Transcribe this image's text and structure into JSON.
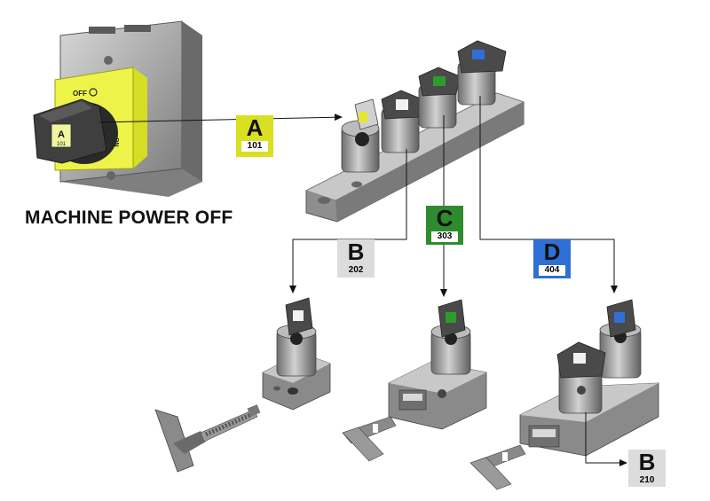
{
  "caption": "MACHINE POWER OFF",
  "switch": {
    "off_label": "OFF",
    "on_label": "ON",
    "key_letter": "A",
    "key_code": "101"
  },
  "tags": {
    "a": {
      "letter": "A",
      "code": "101",
      "color": "#d9e021"
    },
    "b": {
      "letter": "B",
      "code": "202",
      "color": "#dcdcdc"
    },
    "c": {
      "letter": "C",
      "code": "303",
      "color": "#2e8b2e"
    },
    "d": {
      "letter": "D",
      "code": "404",
      "color": "#2f6fd6"
    },
    "b2": {
      "letter": "B",
      "code": "210",
      "color": "#dcdcdc"
    }
  },
  "colors": {
    "metal": "#9a9a9a",
    "housing": "#8c8c8c",
    "yellow": "#e9f03a",
    "dark": "#3a3a3a"
  }
}
